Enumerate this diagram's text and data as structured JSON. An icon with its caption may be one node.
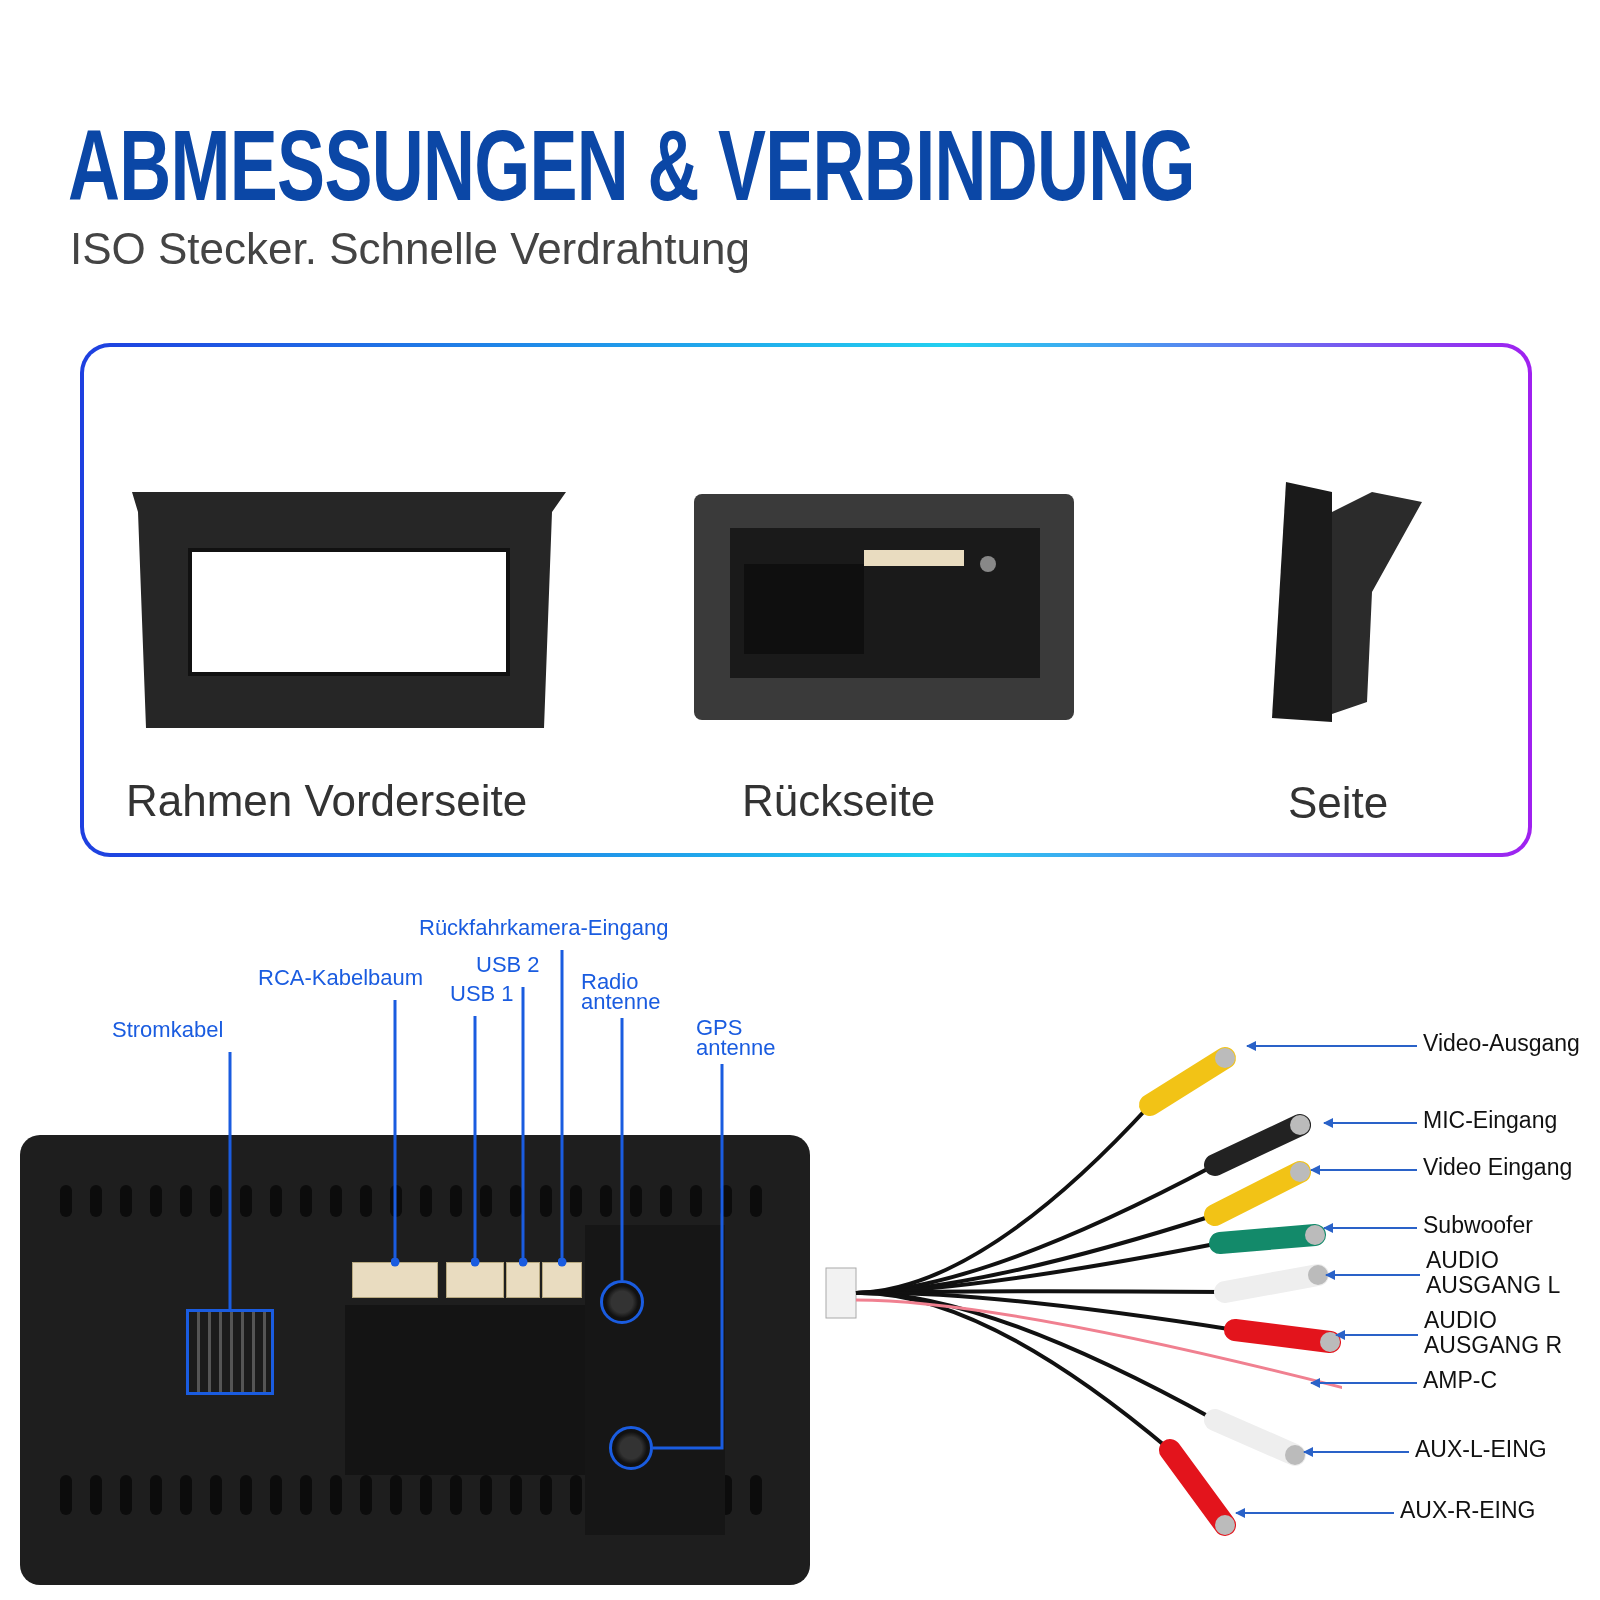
{
  "diagram": {
    "title": "ABMESSUNGEN & VERBINDUNG",
    "nodes": [
      {
        "text": [],
        "shape": "box"
      },
      {
        "text": [],
        "shape": "picture",
        "in": 0,
        "beside": [
          "Rahmen Vorderseite"
        ]
      },
      {
        "text": [],
        "shape": "picture",
        "in": 0,
        "beside": [
          "Rückseite"
        ]
      },
      {
        "text": [],
        "shape": "picture",
        "in": 0,
        "beside": [
          "Seite"
        ]
      },
      {
        "text": [
          "Rückfahrkamera-Eingang"
        ]
      },
      {
        "text": [
          "USB 2"
        ]
      },
      {
        "text": [
          "RCA-Kabelbaum"
        ]
      },
      {
        "text": [
          "Radio antenne"
        ]
      },
      {
        "text": [
          "USB 1"
        ]
      },
      {
        "text": [
          "Stromkabel"
        ]
      },
      {
        "text": [
          "GPS antenne"
        ]
      },
      {
        "text": [],
        "shape": "picture"
      },
      {
        "text": [],
        "shape": "box",
        "in": 11
      },
      {
        "text": [],
        "shape": "box",
        "in": 11
      },
      {
        "text": [],
        "shape": "box",
        "in": 11
      },
      {
        "text": [],
        "shape": "box",
        "in": 11
      },
      {
        "text": [],
        "shape": "box",
        "in": 11
      },
      {
        "text": [],
        "shape": "circle",
        "in": 11
      },
      {
        "text": [],
        "shape": "circle",
        "in": 11
      },
      {
        "text": [],
        "shape": "picture"
      },
      {
        "text": [
          "Video-Ausgang"
        ]
      },
      {
        "text": [
          "MIC-Eingang"
        ]
      },
      {
        "text": [
          "Video Eingang"
        ]
      },
      {
        "text": [
          "Subwoofer"
        ]
      },
      {
        "text": [
          "AUDIO AUSGANG L"
        ]
      },
      {
        "text": [
          "AUDIO AUSGANG R"
        ]
      },
      {
        "text": [
          "AMP-C"
        ]
      },
      {
        "text": [
          "AUX-L-EING"
        ]
      },
      {
        "text": [
          "AUX-R-EING"
        ]
      }
    ],
    "edges": [
      {
        "from": 9,
        "to": 12,
        "arrow": "none"
      },
      {
        "from": 6,
        "to": 13,
        "arrow": "other"
      },
      {
        "from": 8,
        "to": 14,
        "arrow": "other"
      },
      {
        "from": 5,
        "to": 15,
        "arrow": "other"
      },
      {
        "from": 4,
        "to": 16,
        "arrow": "other"
      },
      {
        "from": 7,
        "to": 17,
        "arrow": "none"
      },
      {
        "from": 10,
        "to": 18,
        "arrow": "none"
      },
      {
        "from": 20,
        "to": 19,
        "arrow": "to"
      },
      {
        "from": 21,
        "to": 19,
        "arrow": "to"
      },
      {
        "from": 22,
        "to": 19,
        "arrow": "to"
      },
      {
        "from": 23,
        "to": 19,
        "arrow": "to"
      },
      {
        "from": 24,
        "to": 19,
        "arrow": "to"
      },
      {
        "from": 25,
        "to": 19,
        "arrow": "to"
      },
      {
        "from": 26,
        "to": 19,
        "arrow": "to"
      },
      {
        "from": 27,
        "to": 19,
        "arrow": "to"
      },
      {
        "from": 28,
        "to": 19,
        "arrow": "to"
      }
    ],
    "labels": [
      "ISO Stecker. Schnelle Verdrahtung"
    ]
  }
}
